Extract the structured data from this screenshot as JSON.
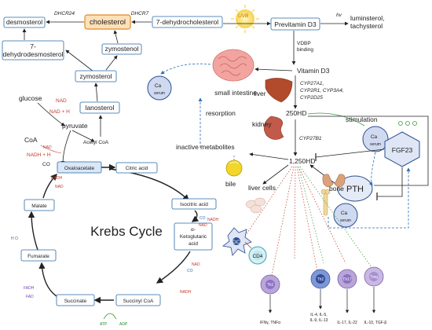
{
  "cholesterol": {
    "desmosterol": "desmosterol",
    "dhcr24": "DHCR24",
    "cholesterol": "cholesterol",
    "dhcr7": "DHCR7",
    "seven_dhc": "7-dehydrocholesterol",
    "seven_dhd_1": "7-",
    "seven_dhd_2": "dehydrodesmosterol",
    "zymostenol": "zymostenol",
    "zymosterol": "zymosterol",
    "lanosterol": "lanosterol",
    "acetyl_coa": "Acetyl CoA"
  },
  "glycolysis": {
    "glucose": "glucose",
    "nad": "NAD",
    "nadh_h": "NAD  + H",
    "pyruvate": "pyruvate",
    "coa": "CoA",
    "nad2": "NAD",
    "nadh_h2": "NADH + H",
    "co2": "CO"
  },
  "krebs": {
    "title": "Krebs Cycle",
    "oxaloacetate": "Oxaloacetate",
    "citric": "Citric acid",
    "isocitric": "Isocitric acid",
    "akg_1": "α-",
    "akg_2": "Ketoglutaric",
    "akg_3": "acid",
    "succinyl": "Succinyl CoA",
    "succinate": "Succinate",
    "fumarate": "Fumarate",
    "malate": "Malate",
    "nadh": "NADH",
    "nad": "NAD",
    "co2": "CO",
    "atp": "ATP",
    "adp": "ADP",
    "fadh": "FADH",
    "fad": "FAD",
    "h2o": "H O"
  },
  "vitamin_d": {
    "uvb": "UVB",
    "previtamin": "Previtamin D3",
    "hv": "hv",
    "lumi_1": "luminsterol,",
    "lumi_2": "tachysterol",
    "vdbp_1": "VDBP",
    "vdbp_2": "binding",
    "vitd3": "Vitamin D3",
    "liver": "liver",
    "cyp1": "CYP27A1,",
    "cyp2": "CYP2R1, CYP3A4,",
    "cyp3": "CYP2D25",
    "hd25": "250HD",
    "stimulation": "stimulation",
    "kidney": "kidney",
    "cyp27b1": "CYP27B1",
    "hd125": "1,250HD",
    "fgf23": "FGF23",
    "pth": "PTH",
    "bone": "bone",
    "ca_serum": "serum",
    "ca": "Ca",
    "small_intestine": "small intestine",
    "resorption": "resorption",
    "inactive": "inactive metabolites",
    "bile": "bile",
    "liver_cells": "liver cells"
  },
  "immune": {
    "dc": "DC",
    "cd4": "CD4",
    "th1": "Th1",
    "th2": "Th2",
    "th17": "Th17",
    "treg": "Treg",
    "th1_out": "IFNγ, TNFα",
    "th2_out_1": "IL-4, IL-5,",
    "th2_out_2": "IL-9, IL-13",
    "th17_out": "IL-17, IL-22",
    "treg_out": "IL-10, TGF-β"
  },
  "colors": {
    "box_border": "#2a6aa6",
    "box_fill": "#ffffff",
    "chol_fill": "#fde0b8",
    "chol_border": "#e08a2c",
    "red_text": "#c0392b",
    "blue_text": "#2c6fb5",
    "ca_fill": "#cfd9f0",
    "th_fill": "#b9a6d8",
    "liver": "#b24a2c",
    "intestine": "#f2a5a0",
    "bile": "#f3d62a",
    "green": "#3c9a3c"
  }
}
